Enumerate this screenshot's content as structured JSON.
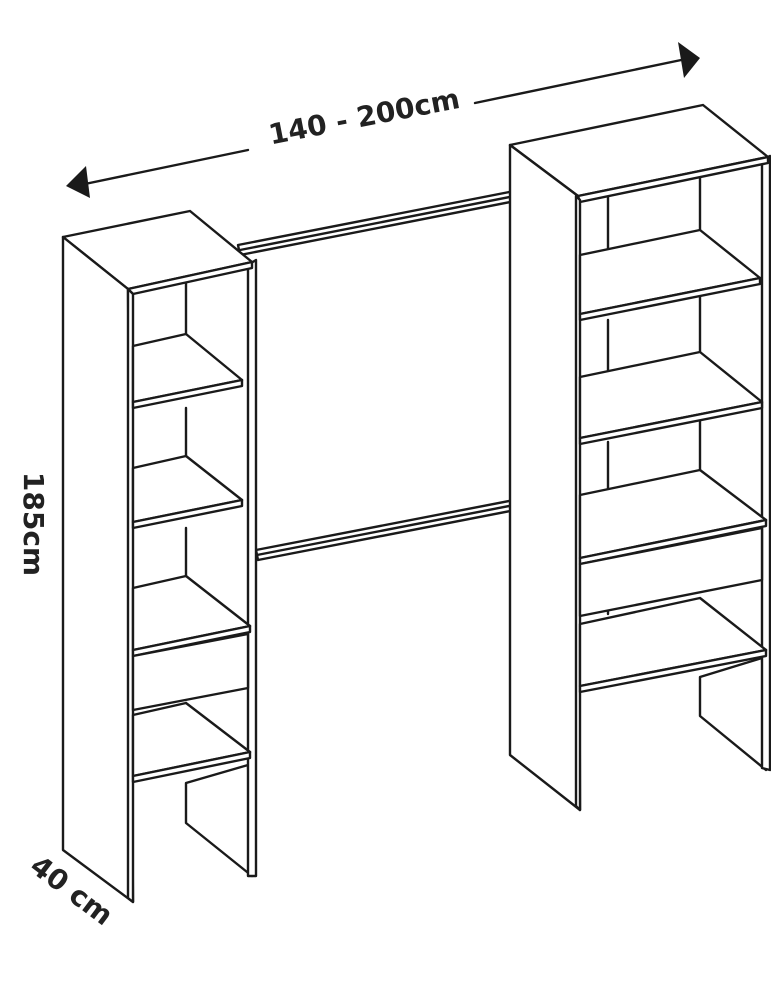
{
  "dimensions": {
    "width_label": "140 - 200cm",
    "height_label": "185cm",
    "depth_label": "40 cm"
  },
  "colors": {
    "line": "#1a1a1a",
    "text": "#222222",
    "background": "#ffffff"
  }
}
